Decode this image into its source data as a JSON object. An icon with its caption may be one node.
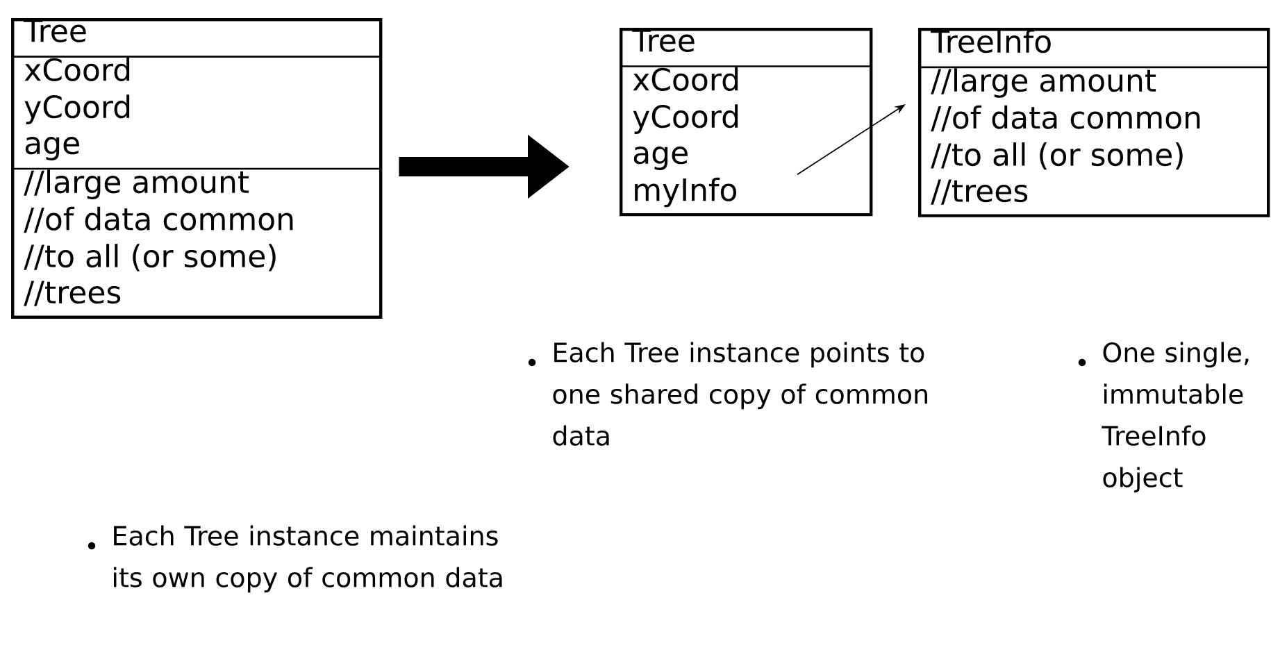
{
  "diagram": {
    "nodes": [
      {
        "text": [
          "Tree",
          "xCoord",
          "yCoord",
          "age",
          "//large amount",
          "//of data common",
          "//to all (or some)",
          "//trees"
        ]
      },
      {
        "text": [
          "Tree",
          "xCoord",
          "yCoord",
          "age",
          "myInfo"
        ]
      },
      {
        "text": [
          "TreeInfo",
          "//large amount",
          "//of data common",
          "//to all (or some)",
          "//trees"
        ]
      }
    ],
    "edges": [
      {
        "from": 0,
        "to": 1,
        "arrow": "to",
        "style": "thick"
      },
      {
        "from": 1,
        "to": 2,
        "arrow": "to"
      }
    ],
    "labels": [
      "Each Tree instance maintains its own copy of common data",
      "Each Tree instance points to one shared copy of common data",
      "One single, immutable TreeInfo object"
    ]
  }
}
